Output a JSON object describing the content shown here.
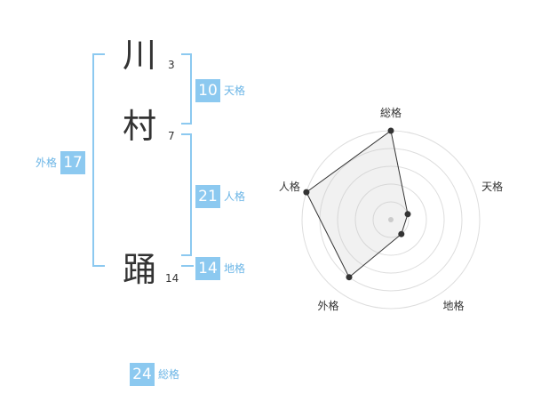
{
  "name": {
    "chars": [
      {
        "char": "川",
        "strokes": "3"
      },
      {
        "char": "村",
        "strokes": "7"
      },
      {
        "char": "踊",
        "strokes": "14"
      }
    ]
  },
  "fortunes": {
    "tenkaku": {
      "value": "10",
      "label": "天格"
    },
    "jinkaku": {
      "value": "21",
      "label": "人格"
    },
    "chikaku": {
      "value": "14",
      "label": "地格"
    },
    "gaikaku": {
      "value": "17",
      "label": "外格"
    },
    "soukaku": {
      "value": "24",
      "label": "総格"
    }
  },
  "colors": {
    "accent": "#8cc9f0",
    "accent_text": "#6bb5e6"
  },
  "chart_data": {
    "type": "radar",
    "axes": [
      "総格",
      "天格",
      "地格",
      "外格",
      "人格"
    ],
    "values": [
      5,
      1,
      1,
      4,
      5
    ],
    "max": 5,
    "rings": 5
  }
}
